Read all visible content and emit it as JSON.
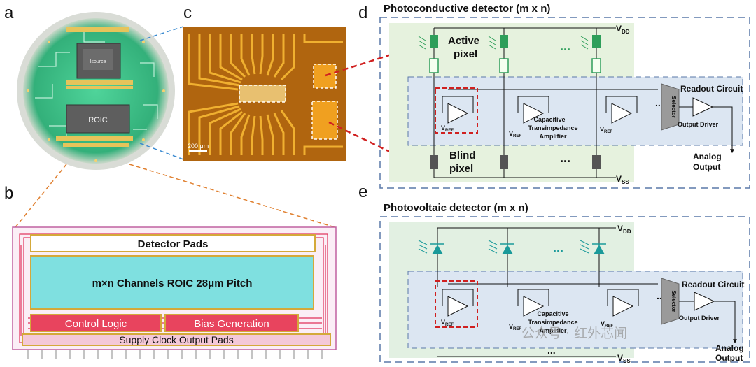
{
  "panel_letters": {
    "a": "a",
    "b": "b",
    "c": "c",
    "d": "d",
    "e": "e"
  },
  "panel_a": {
    "chip1_label": "Isource",
    "roic_label": "ROIC"
  },
  "panel_b": {
    "detector_pads": "Detector Pads",
    "roic_array": "m×n Channels ROIC 28μm Pitch",
    "control_logic": "Control Logic",
    "bias_generation": "Bias Generation",
    "supply_pads": "Supply Clock Output Pads"
  },
  "panel_c": {
    "scale_bar": "200 μm"
  },
  "panel_d": {
    "title": "Photoconductive detector (m x n)",
    "vdd": "V",
    "vdd_sub": "DD",
    "vss": "V",
    "vss_sub": "SS",
    "active_pixel_1": "Active",
    "active_pixel_2": "pixel",
    "blind_pixel_1": "Blind",
    "blind_pixel_2": "pixel",
    "ellipsis": "...",
    "vref": "V",
    "vref_sub": "REF",
    "cta_1": "Capacitive",
    "cta_2": "Transimpedance",
    "cta_3": "Amplifier",
    "readout": "Readout Circuit",
    "selector": "Selector",
    "output_driver": "Output Driver",
    "analog_1": "Analog",
    "analog_2": "Output"
  },
  "panel_e": {
    "title": "Photovoltaic detector (m x n)",
    "vdd": "V",
    "vdd_sub": "DD",
    "vss": "V",
    "vss_sub": "SS",
    "ellipsis": "...",
    "vref": "V",
    "vref_sub": "REF",
    "cta_1": "Capacitive",
    "cta_2": "Transimpedance",
    "cta_3": "Amplifier",
    "readout": "Readout Circuit",
    "selector": "Selector",
    "output_driver": "Output Driver",
    "analog_1": "Analog",
    "analog_2": "Output"
  },
  "watermark": "公众号 · 红外芯闻",
  "colors": {
    "pcb_green": "#3fbf8a",
    "gold": "#d4a93a",
    "roic_cyan": "#7fe0e0",
    "dashed_red": "#d02020",
    "dashed_blue": "#5a78a8",
    "orange_dashed": "#e08030",
    "pixel_green": "#2e9e5a",
    "diode_teal": "#1a9a9a"
  }
}
